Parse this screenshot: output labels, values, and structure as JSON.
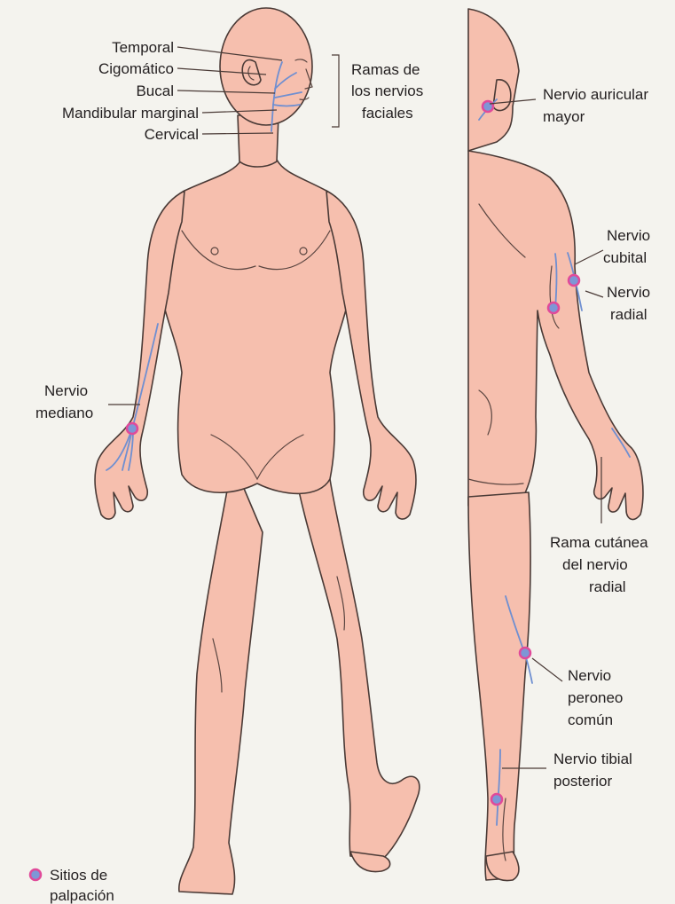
{
  "face_branches": {
    "temporal": "Temporal",
    "cigomatico": "Cigomático",
    "bucal": "Bucal",
    "mandibular": "Mandibular marginal",
    "cervical": "Cervical",
    "group_line1": "Ramas de",
    "group_line2": "los nervios",
    "group_line3": "faciales"
  },
  "front_labels": {
    "mediano_line1": "Nervio",
    "mediano_line2": "mediano"
  },
  "back_labels": {
    "auricular_line1": "Nervio auricular",
    "auricular_line2": "mayor",
    "cubital_line1": "Nervio",
    "cubital_line2": "cubital",
    "radial_line1": "Nervio",
    "radial_line2": "radial",
    "cutanea_line1": "Rama cutánea",
    "cutanea_line2": "del nervio",
    "cutanea_line3": "radial",
    "peroneo_line1": "Nervio",
    "peroneo_line2": "peroneo",
    "peroneo_line3": "común",
    "tibial_line1": "Nervio tibial",
    "tibial_line2": "posterior"
  },
  "legend": {
    "line1": "Sitios de",
    "line2": "palpación"
  },
  "colors": {
    "skin": "#f6bfae",
    "nerve": "#6f8fd1",
    "palpation_ring": "#e04a9a",
    "palpation_fill": "#7e96d6"
  }
}
